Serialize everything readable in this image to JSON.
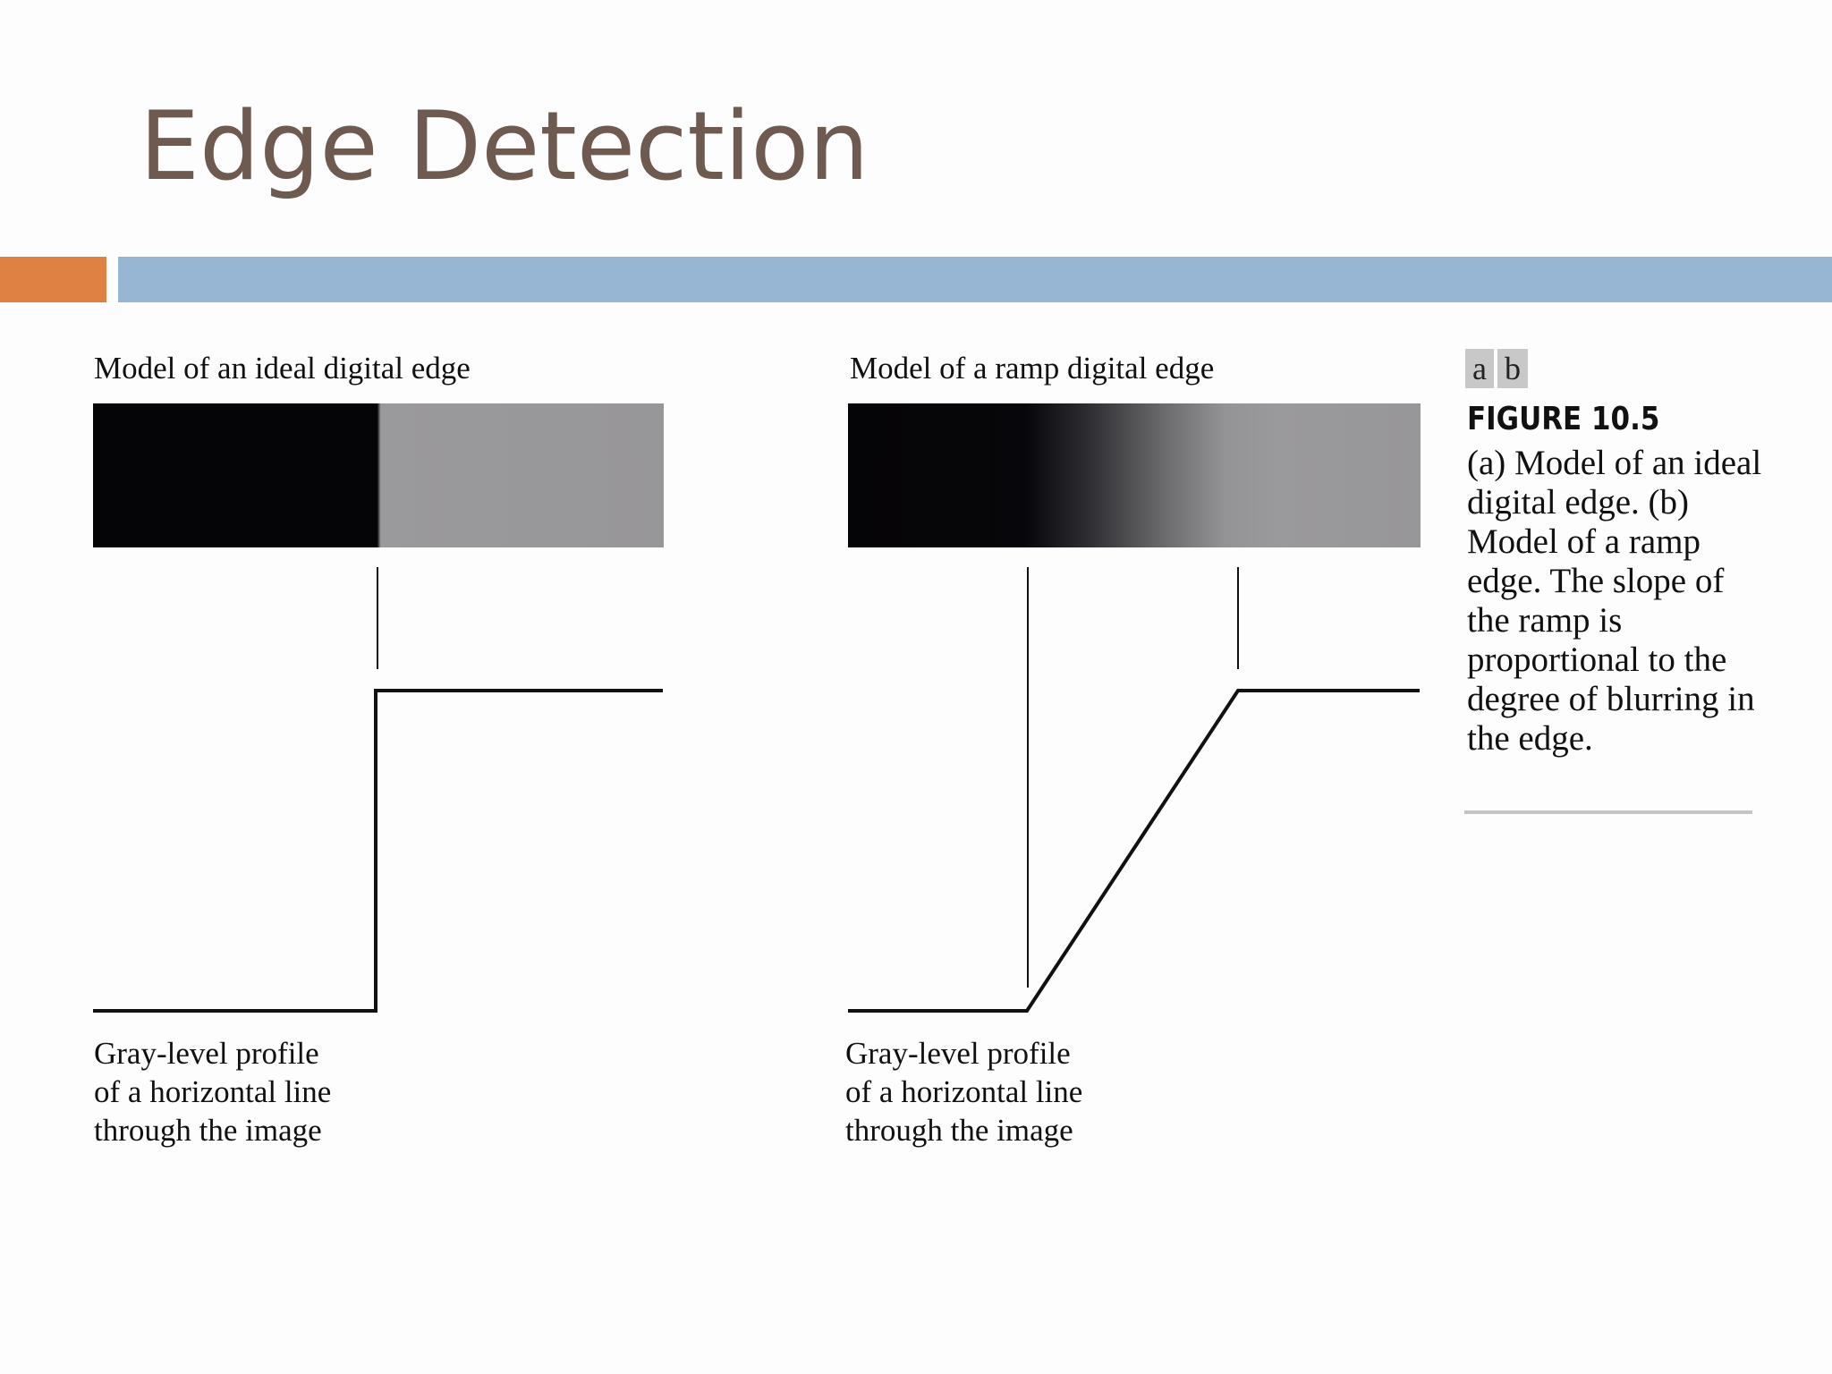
{
  "slide": {
    "title": "Edge Detection"
  },
  "panel_a": {
    "caption": "Model of an ideal digital edge",
    "profile_lines": [
      "Gray-level profile",
      "of a horizontal line",
      "through the image"
    ]
  },
  "panel_b": {
    "caption": "Model of a ramp digital edge",
    "profile_lines": [
      "Gray-level profile",
      "of a horizontal line",
      "through the image"
    ]
  },
  "figure": {
    "labels": [
      "a",
      "b"
    ],
    "number": "FIGURE 10.5",
    "caption": "(a) Model of an ideal digital edge. (b) Model of a ramp edge. The slope of the ramp is proportional to the degree of blurring in the edge."
  },
  "colors": {
    "title": "#6e5a4f",
    "accent_orange": "#de8143",
    "accent_blue": "#97b6d3",
    "dark_level": "#050406",
    "light_level": "#979698"
  }
}
